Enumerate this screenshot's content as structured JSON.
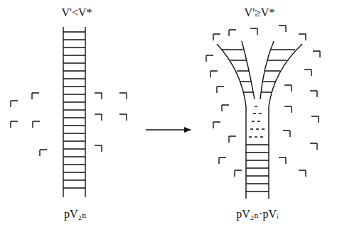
{
  "diagram": {
    "labels": [
      "V'<V*",
      "V'≥V*",
      "pV₂ₙ",
      "pV₂ₙ·pVᵢ"
    ]
  }
}
